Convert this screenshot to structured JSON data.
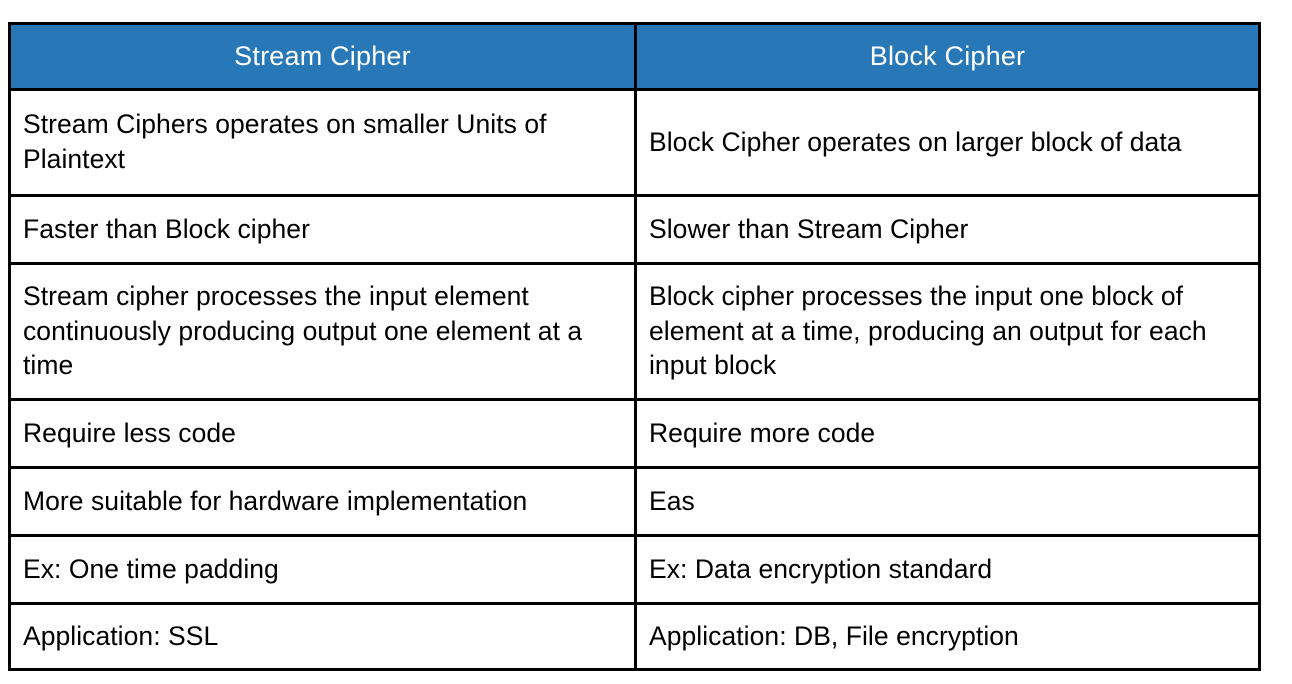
{
  "table": {
    "headers": [
      {
        "label": "Stream Cipher"
      },
      {
        "label": "Block Cipher"
      }
    ],
    "accent_color": "#2878b8",
    "header_text_color": "#ffffff",
    "border_color": "#000000",
    "body_text_color": "#000000",
    "rows": [
      {
        "left": "Stream Ciphers operates on smaller Units of Plaintext",
        "right": "Block Cipher operates on larger block of data"
      },
      {
        "left": "Faster than Block cipher",
        "right": "Slower than Stream Cipher"
      },
      {
        "left": "Stream cipher processes the input element continuously producing output one element at a time",
        "right": "Block cipher processes the input one block of element at a time, producing an output for each input block"
      },
      {
        "left": "Require less code",
        "right": "Require more code"
      },
      {
        "left": "More suitable for hardware implementation",
        "right": "Eas"
      },
      {
        "left": "Ex: One time padding",
        "right": "Ex: Data encryption standard"
      },
      {
        "left": "Application: SSL",
        "right": "Application: DB, File encryption"
      }
    ]
  }
}
